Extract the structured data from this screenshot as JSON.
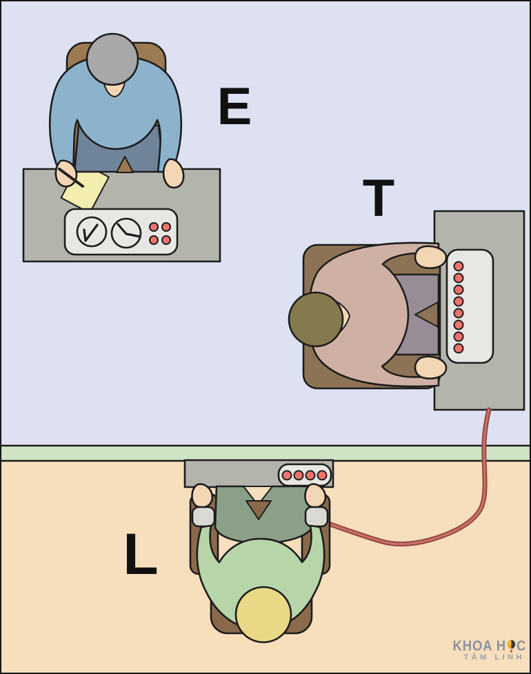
{
  "labels": {
    "experimenter": "E",
    "teacher": "T",
    "learner": "L"
  },
  "watermark": {
    "brand_prefix": "KHOA H",
    "brand_suffix": "C",
    "tagline": "TÂM LINH"
  },
  "icons": {
    "logo": "sun-yinyang-logo-icon",
    "gauge": "gauge-dial-icon",
    "clock": "clock-icon",
    "shock_button": "red-shock-button-icon"
  },
  "colors": {
    "room_top_bg": "#dde1f1",
    "room_bottom_bg": "#f7dfbd",
    "wall_green": "#cfe3c5",
    "outline": "#1c1c1c",
    "desk_gray": "#b3b5ad",
    "panel_light": "#e7e8e3",
    "button_red": "#f0736e",
    "skin": "#f3d6b4",
    "experimenter_shirt": "#8db2cc",
    "experimenter_pants": "#6f8399",
    "experimenter_hair": "#a8a8aa",
    "experimenter_chair": "#9c7a52",
    "teacher_shirt": "#cfb0a4",
    "teacher_pants": "#988c96",
    "teacher_hair": "#847a4e",
    "teacher_chair": "#8d7355",
    "learner_shirt": "#b7d5a8",
    "learner_vest": "#8ba089",
    "learner_hair": "#e9d987",
    "learner_chair": "#8a6a4a",
    "strap_gray": "#dadad4",
    "wire_red": "#cc7068",
    "wire_dark": "#8f463f",
    "notepad_yellow": "#f3eeb0",
    "pencil_dark": "#222222",
    "label_black": "#111111",
    "watermark_text": "#8a929c",
    "watermark_sub": "#9aa0a8",
    "logo_orange": "#f0a22a"
  }
}
